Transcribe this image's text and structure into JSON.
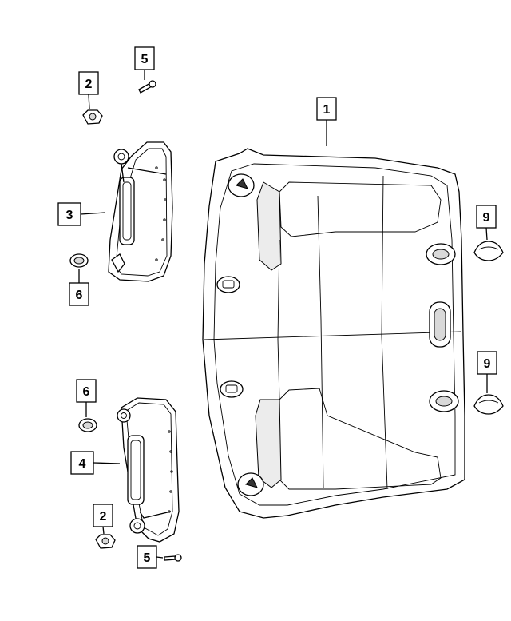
{
  "callouts": [
    {
      "id": "callout-1-headliner",
      "number": "1"
    },
    {
      "id": "callout-2-upper-clip",
      "number": "2"
    },
    {
      "id": "callout-2-lower-clip",
      "number": "2"
    },
    {
      "id": "callout-3-left-visor",
      "number": "3"
    },
    {
      "id": "callout-4-right-visor",
      "number": "4"
    },
    {
      "id": "callout-5-upper-screw",
      "number": "5"
    },
    {
      "id": "callout-5-lower-screw",
      "number": "5"
    },
    {
      "id": "callout-6-upper-hook",
      "number": "6"
    },
    {
      "id": "callout-6-lower-hook",
      "number": "6"
    },
    {
      "id": "callout-9-upper-retainer",
      "number": "9"
    },
    {
      "id": "callout-9-lower-retainer",
      "number": "9"
    }
  ]
}
